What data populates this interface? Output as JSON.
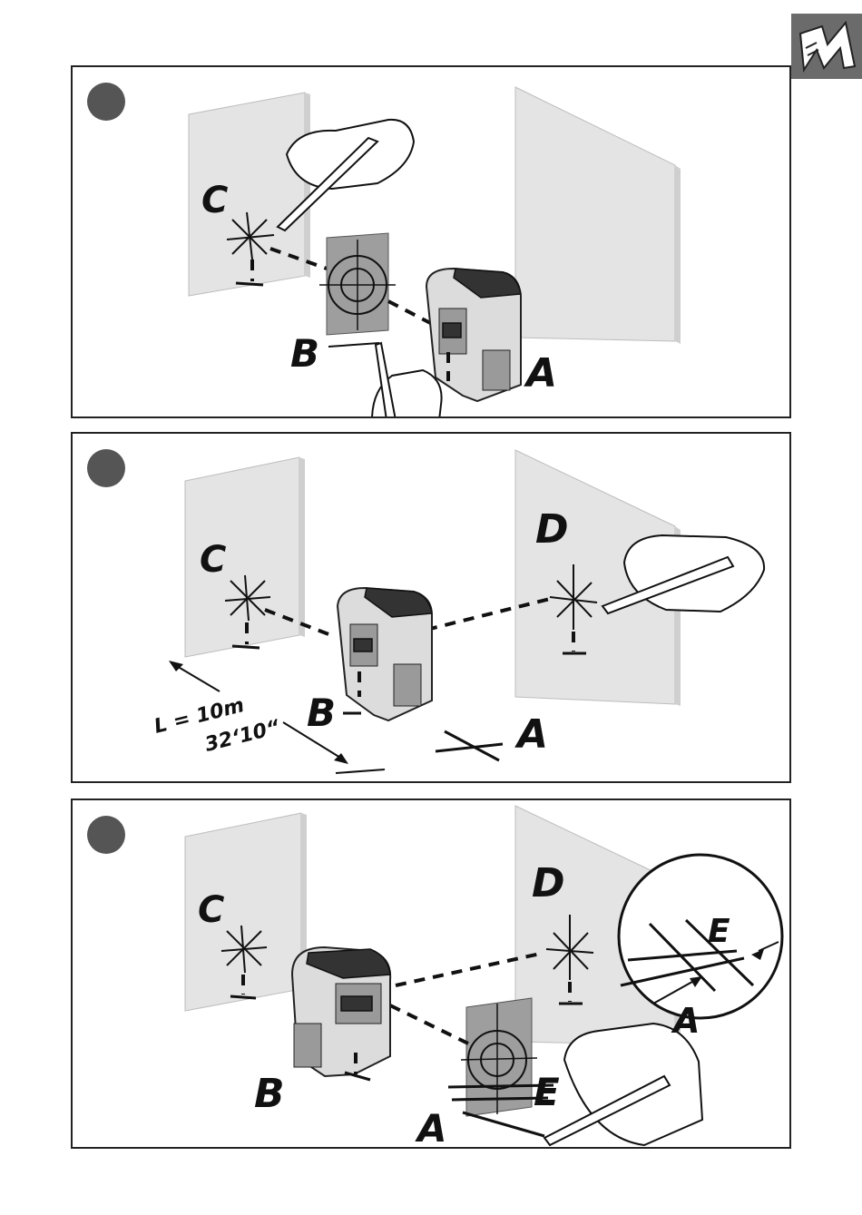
{
  "panel1": {
    "labels": {
      "c": "C",
      "b": "B",
      "a": "A"
    }
  },
  "panel2": {
    "labels": {
      "c": "C",
      "d": "D",
      "b": "B",
      "a": "A",
      "distance": "L = 10m",
      "distance_imperial": "32‘10“"
    }
  },
  "panel3": {
    "labels": {
      "c": "C",
      "d": "D",
      "b": "B",
      "a_bottom": "A",
      "e_bottom": "E",
      "zoom_e": "E",
      "zoom_a": "A"
    }
  },
  "colors": {
    "step_dot": "#555555",
    "tab": "#6b6b6b",
    "wall": "#e4e4e4",
    "target": "#9e9e9e"
  }
}
